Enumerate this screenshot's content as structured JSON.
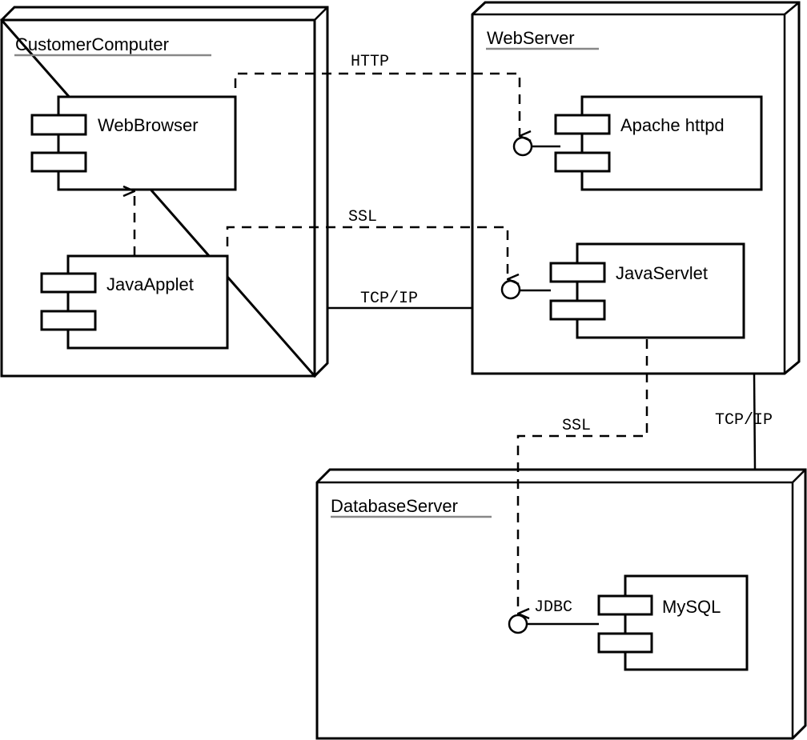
{
  "diagram": {
    "type": "UML deployment diagram",
    "nodes": {
      "customer": {
        "name": "CustomerComputer"
      },
      "web": {
        "name": "WebServer"
      },
      "db": {
        "name": "DatabaseServer"
      }
    },
    "components": {
      "browser": "WebBrowser",
      "applet": "JavaApplet",
      "apache": "Apache httpd",
      "servlet": "JavaServlet",
      "mysql": "MySQL"
    },
    "connectors": {
      "http": "HTTP",
      "ssl_applet": "SSL",
      "tcp_customer_web": "TCP/IP",
      "ssl_servlet_db": "SSL",
      "tcp_web_db": "TCP/IP",
      "jdbc": "JDBC"
    },
    "colors": {
      "line": "#000000",
      "underline": "#888888",
      "background": "#ffffff"
    }
  }
}
